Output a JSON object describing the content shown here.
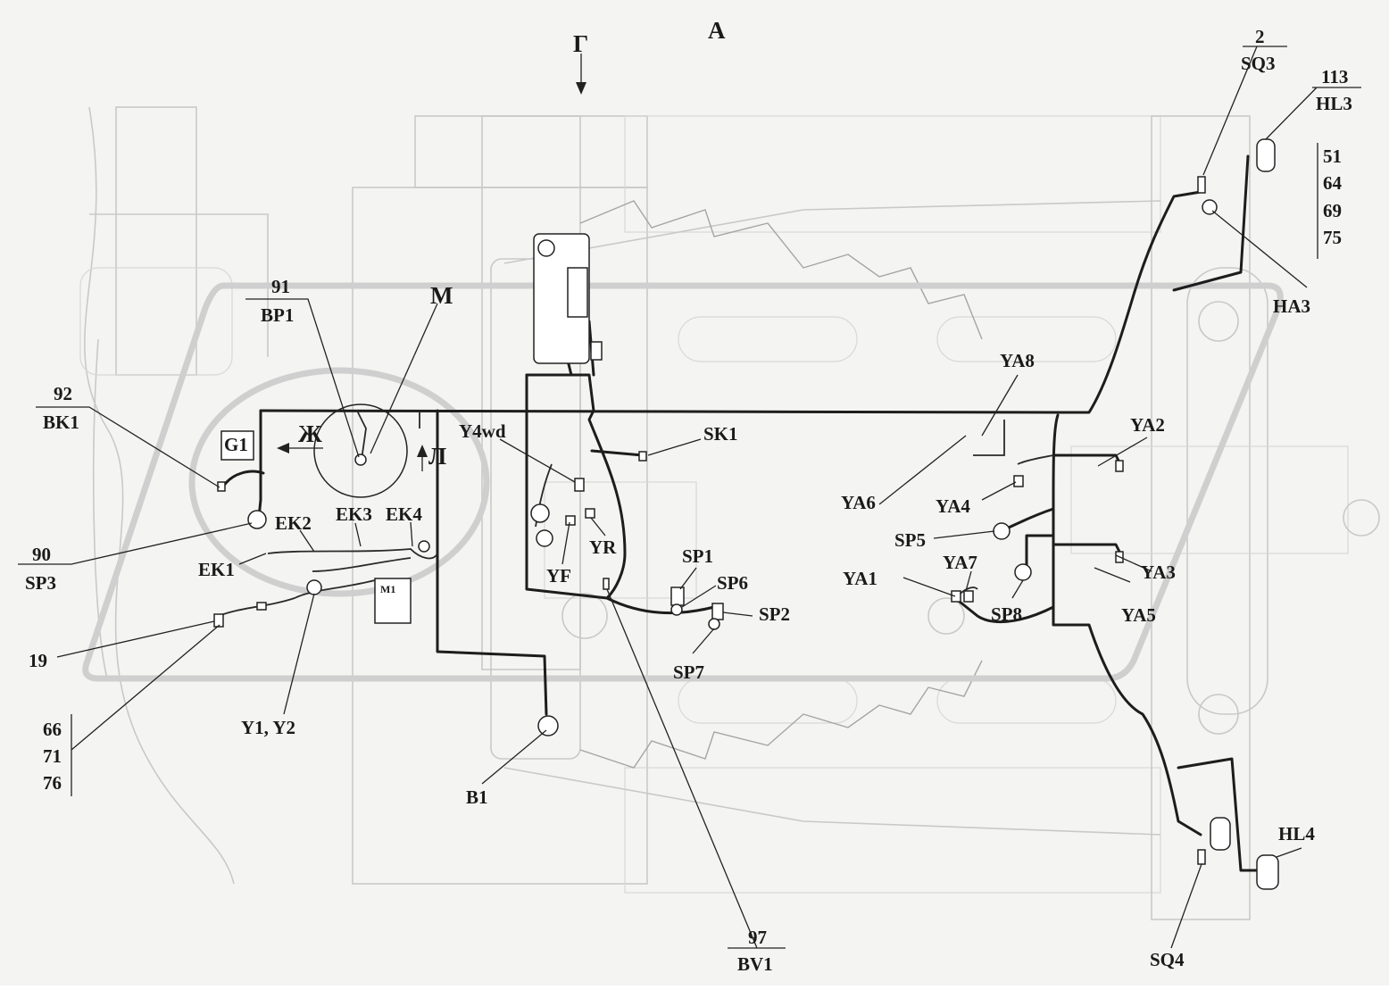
{
  "views": {
    "view_a": "А",
    "view_g": "Г",
    "view_zh": "Ж",
    "view_l": "Л",
    "view_m": "М"
  },
  "labels": {
    "bk1_num": "92",
    "bk1_code": "BK1",
    "bp1_num": "91",
    "bp1_code": "BP1",
    "g1": "G1",
    "sp3_num": "90",
    "sp3_code": "SP3",
    "ek1": "EK1",
    "ek2": "EK2",
    "ek3": "EK3",
    "ek4": "EK4",
    "m1": "M1",
    "n19": "19",
    "n66": "66",
    "n71": "71",
    "n76": "76",
    "y1y2": "Y1, Y2",
    "y4wd": "Y4wd",
    "yf": "YF",
    "yr": "YR",
    "sk1": "SK1",
    "sp1": "SP1",
    "sp6": "SP6",
    "sp2": "SP2",
    "sp7": "SP7",
    "b1": "B1",
    "bv1_num": "97",
    "bv1_code": "BV1",
    "ya8": "YA8",
    "ya6": "YA6",
    "ya4": "YA4",
    "sp5": "SP5",
    "ya7": "YA7",
    "ya1": "YA1",
    "sp8": "SP8",
    "ya2": "YA2",
    "ya3": "YA3",
    "ya5": "YA5",
    "sq3_num": "2",
    "sq3_code": "SQ3",
    "hl3_num": "113",
    "hl3_code": "HL3",
    "n51": "51",
    "n64": "64",
    "n69": "69",
    "n75": "75",
    "ha3": "HA3",
    "hl4": "HL4",
    "sq4": "SQ4"
  },
  "colors": {
    "wire": "#1d1d1d",
    "background_drawing": "#c9c9c9",
    "paper": "#f4f4f2"
  }
}
